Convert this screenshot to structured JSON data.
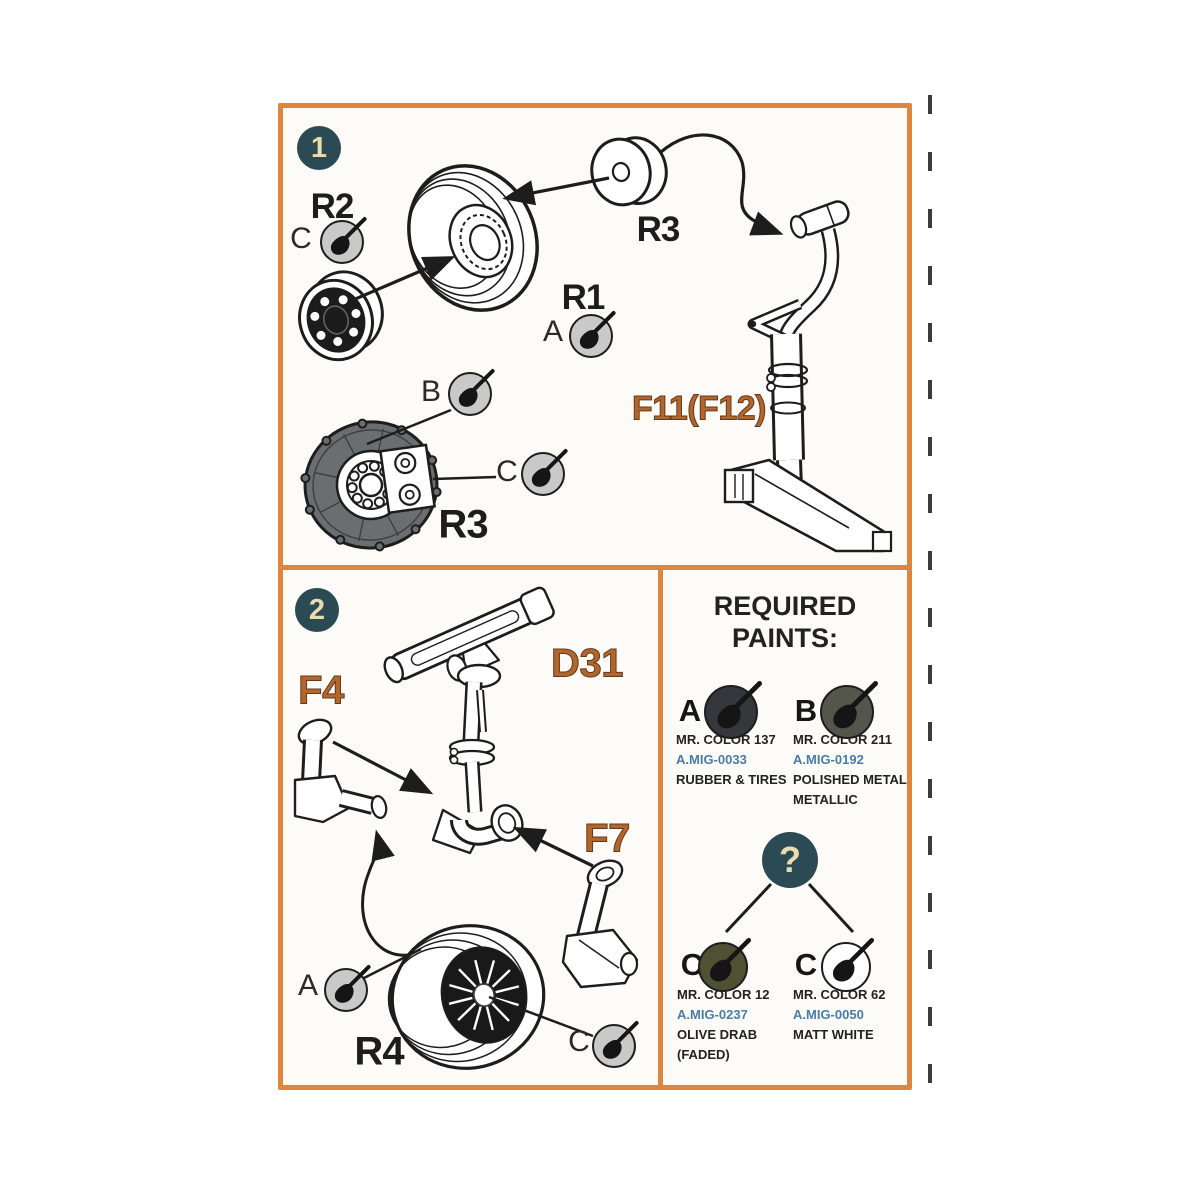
{
  "colors": {
    "panel_border": "#e0863c",
    "badge_background": "#2b4a54",
    "badge_text": "#e9dcae",
    "part_label_ink": "#1d1d1d",
    "part_label_orange": "#b3662c",
    "amig_blue": "#4a7da5",
    "callout_swatch_gray": "#c9c9c9",
    "brake_disc_gray": "#6b6e71"
  },
  "icons": {
    "paint_brush": "diagonal-paintbrush-in-circle",
    "unknown_paint": "question-mark-in-circle"
  },
  "step1": {
    "badge": "1",
    "labels": {
      "r2": "R2",
      "r3_wheel": "R3",
      "r1": "R1",
      "f11": "F11(F12)",
      "r3_disc": "R3"
    },
    "callouts": {
      "c_hub": "C",
      "a_axle": "A",
      "b_disc": "B",
      "c_disc": "C"
    }
  },
  "step2": {
    "badge": "2",
    "labels": {
      "d31": "D31",
      "f4": "F4",
      "f7": "F7",
      "r4": "R4"
    },
    "callouts": {
      "a_tire": "A",
      "c_hub": "C"
    }
  },
  "paints": {
    "title_line1": "REQUIRED",
    "title_line2": "PAINTS:",
    "unknown_badge": "?",
    "entries": [
      {
        "letter": "A",
        "swatch_color": "#36373d",
        "mr_color": "MR. COLOR 137",
        "amig": "A.MIG-0033",
        "name": "RUBBER & TIRES"
      },
      {
        "letter": "B",
        "swatch_color": "#55564b",
        "mr_color": "MR. COLOR 211",
        "amig": "A.MIG-0192",
        "name": "POLISHED METAL METALLIC"
      },
      {
        "letter": "C",
        "swatch_color": "#4e5233",
        "mr_color": "MR. COLOR 12",
        "amig": "A.MIG-0237",
        "name": "OLIVE DRAB (FADED)"
      },
      {
        "letter": "C",
        "swatch_color": "#ffffff",
        "mr_color": "MR. COLOR 62",
        "amig": "A.MIG-0050",
        "name": "MATT WHITE"
      }
    ]
  }
}
